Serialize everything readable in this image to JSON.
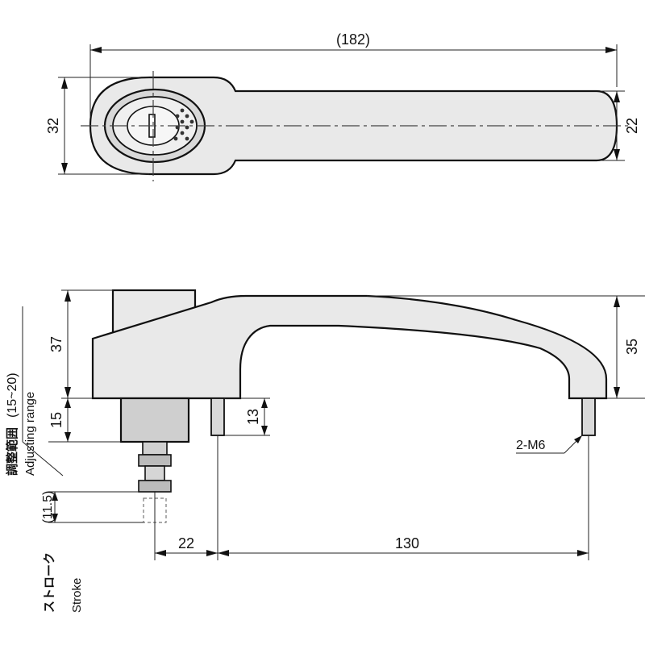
{
  "top_view": {
    "overall_length": "(182)",
    "body_height": "32",
    "grip_height": "22"
  },
  "side_view": {
    "height_total": "37",
    "grip_height": "35",
    "boss_height": "15",
    "stud_height": "13",
    "pitch_left": "22",
    "pitch_main": "130",
    "thread_label": "2-M6",
    "stroke_value": "(11.5)",
    "adjust_range_value": "(15~20)"
  },
  "labels": {
    "adjusting_jp": "調整範囲",
    "adjusting_en": "Adjusting range",
    "stroke_jp": "ストローク",
    "stroke_en": "Stroke"
  }
}
